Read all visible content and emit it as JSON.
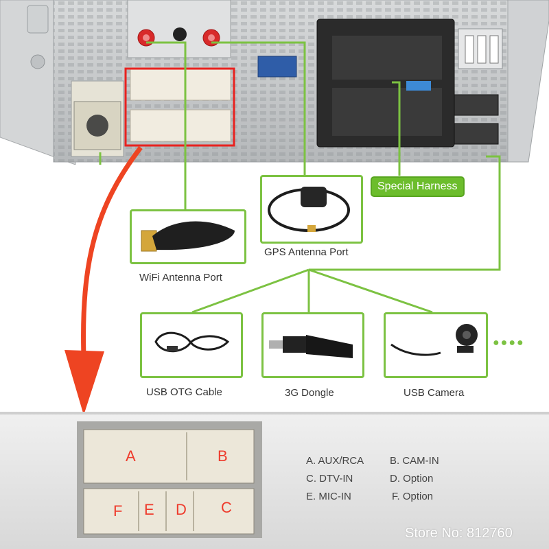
{
  "labels": {
    "wifi": "WiFi Antenna Port",
    "gps": "GPS Antenna Port",
    "special": "Special Harness",
    "usb_otg": "USB OTG Cable",
    "dongle": "3G Dongle",
    "usb_camera": "USB Camera",
    "more": "●●●●"
  },
  "connector_letters": {
    "a": "A",
    "b": "B",
    "c": "C",
    "d": "D",
    "e": "E",
    "f": "F"
  },
  "legend": {
    "a": "A. AUX/RCA",
    "b": "B. CAM-IN",
    "c": "C. DTV-IN",
    "d": "D. Option",
    "e": "E. MIC-IN",
    "f": "F. Option"
  },
  "store": "Store No: 812760",
  "colors": {
    "green": "#7cc242",
    "red": "#e8221f",
    "arrow": "#ee4422",
    "metal": "#c9cbcd"
  }
}
